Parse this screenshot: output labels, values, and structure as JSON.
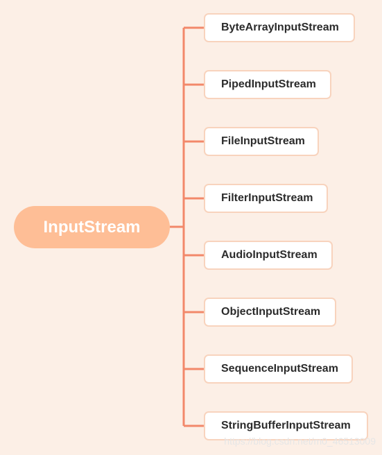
{
  "root": {
    "label": "InputStream",
    "color": "#FEBE96"
  },
  "children": [
    {
      "label": "ByteArrayInputStream"
    },
    {
      "label": "PipedInputStream"
    },
    {
      "label": "FileInputStream"
    },
    {
      "label": "FilterInputStream"
    },
    {
      "label": "AudioInputStream"
    },
    {
      "label": "ObjectInputStream"
    },
    {
      "label": "SequenceInputStream"
    },
    {
      "label": "StringBufferInputStream"
    }
  ],
  "colors": {
    "background": "#FCEFE6",
    "connector": "#F2886A",
    "child_border": "#F8D3BD",
    "child_fill": "#FFFFFF",
    "child_text": "#2B2B2B"
  },
  "watermark": "https://blog.csdn.net/m0_46513009"
}
